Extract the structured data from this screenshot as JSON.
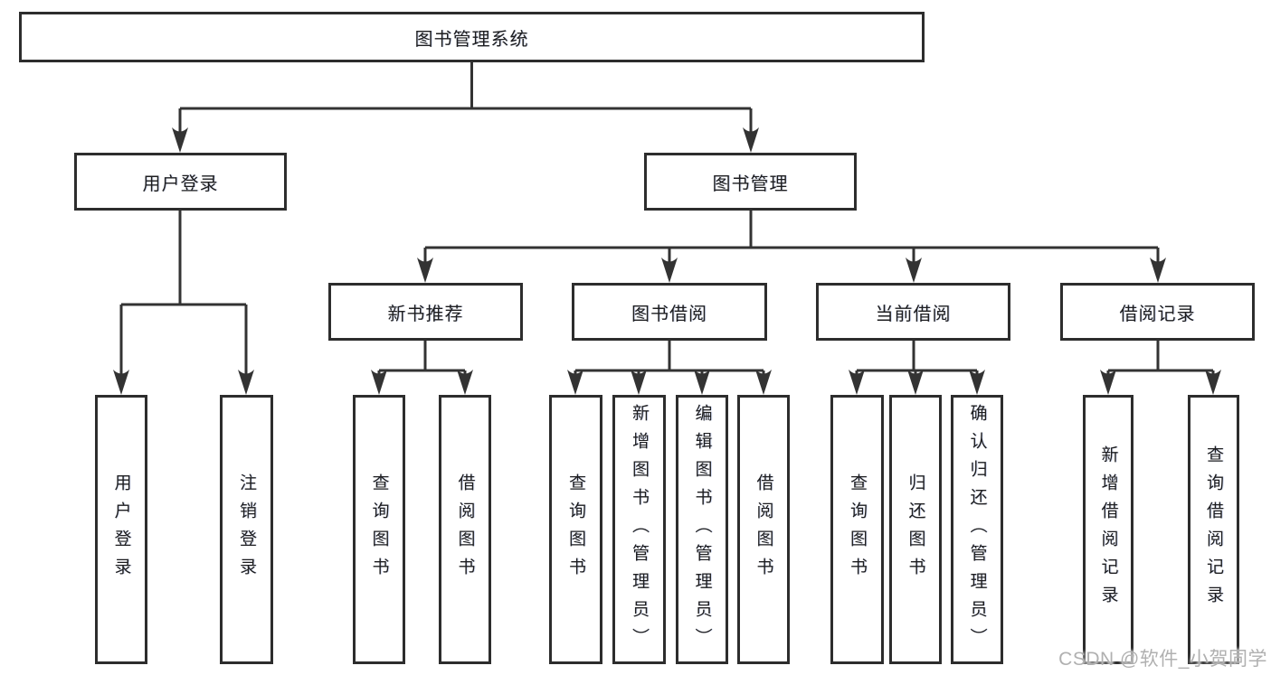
{
  "tree": {
    "label": "图书管理系统",
    "children": [
      {
        "label": "用户登录",
        "children": [
          {
            "label": "用户登录"
          },
          {
            "label": "注销登录"
          }
        ]
      },
      {
        "label": "图书管理",
        "children": [
          {
            "label": "新书推荐",
            "children": [
              {
                "label": "查询图书"
              },
              {
                "label": "借阅图书"
              }
            ]
          },
          {
            "label": "图书借阅",
            "children": [
              {
                "label": "查询图书"
              },
              {
                "label": "新增图书（管理员）"
              },
              {
                "label": "编辑图书（管理员）"
              },
              {
                "label": "借阅图书"
              }
            ]
          },
          {
            "label": "当前借阅",
            "children": [
              {
                "label": "查询图书"
              },
              {
                "label": "归还图书"
              },
              {
                "label": "确认归还（管理员）"
              }
            ]
          },
          {
            "label": "借阅记录",
            "children": [
              {
                "label": "新增借阅记录"
              },
              {
                "label": "查询借阅记录"
              }
            ]
          }
        ]
      }
    ]
  },
  "watermark": "CSDN @软件_小贺同学",
  "colors": {
    "line": "#333333",
    "box_border": "#2d2d2d",
    "text": "#1d1d1f",
    "watermark": "#b0b0b0",
    "background": "#ffffff"
  }
}
